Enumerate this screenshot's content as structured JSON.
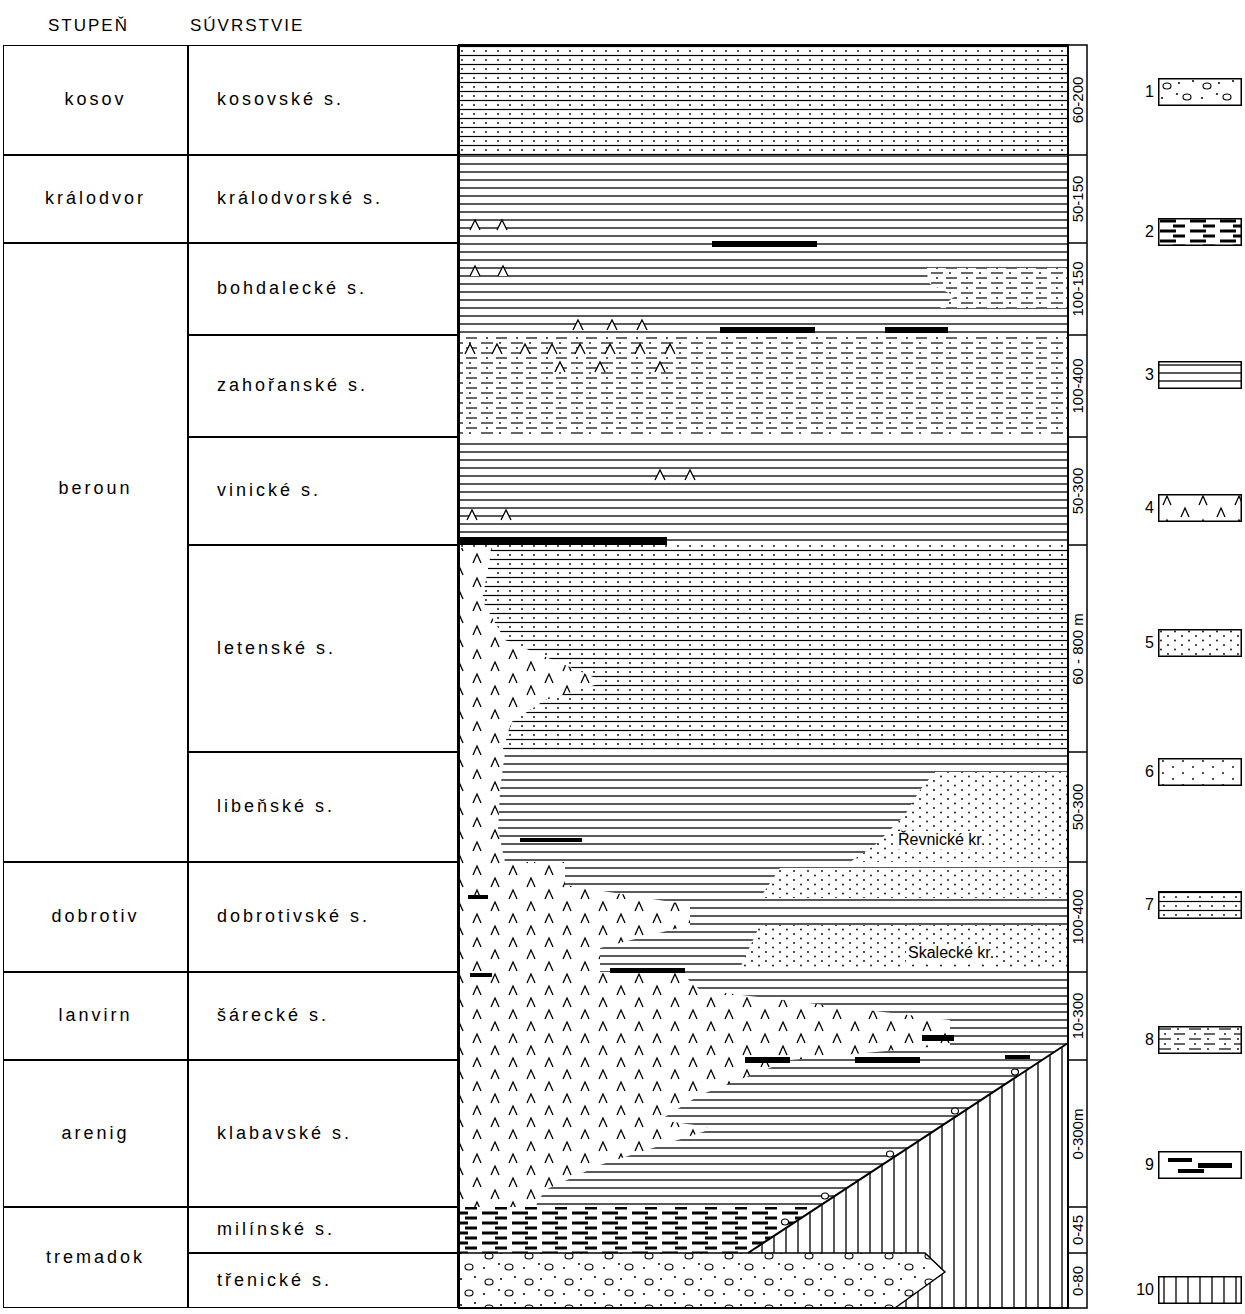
{
  "diagram": {
    "nodes": [
      {
        "text": [
          "kosov"
        ]
      },
      {
        "text": [
          "kosovské s."
        ]
      },
      {
        "text": [
          "králodvor"
        ]
      },
      {
        "text": [
          "králodvorské s."
        ]
      },
      {
        "text": [
          "beroun"
        ]
      },
      {
        "text": [
          "bohdalecké s."
        ]
      },
      {
        "text": [
          "zahořanské s."
        ]
      },
      {
        "text": [
          "vinické s."
        ]
      },
      {
        "text": [
          "letenské s."
        ]
      },
      {
        "text": [
          "libeňské s."
        ]
      },
      {
        "text": [
          "dobrotiv"
        ]
      },
      {
        "text": [
          "dobrotivské s."
        ]
      },
      {
        "text": [
          "lanvirn"
        ]
      },
      {
        "text": [
          "šárecké s."
        ]
      },
      {
        "text": [
          "arenig"
        ]
      },
      {
        "text": [
          "klabavské s."
        ]
      },
      {
        "text": [
          "tremadok"
        ]
      },
      {
        "text": [
          "milínské s."
        ]
      },
      {
        "text": [
          "třenické s."
        ]
      }
    ],
    "labels": [
      "STUPEŇ",
      "SÚVRSTVIE",
      "60-200",
      "50-150",
      "100-150",
      "100-400",
      "50-300",
      "60 - 800 m",
      "50-300",
      "100-400",
      "10-300",
      "0-300m",
      "0-45",
      "0-80",
      "Řevnické kr.",
      "Skalecké kr."
    ],
    "legend": [
      {
        "text": "1"
      },
      {
        "text": "2"
      },
      {
        "text": "3"
      },
      {
        "text": "4"
      },
      {
        "text": "5"
      },
      {
        "text": "6"
      },
      {
        "text": "7"
      },
      {
        "text": "8"
      },
      {
        "text": "9"
      },
      {
        "text": "10"
      }
    ]
  }
}
